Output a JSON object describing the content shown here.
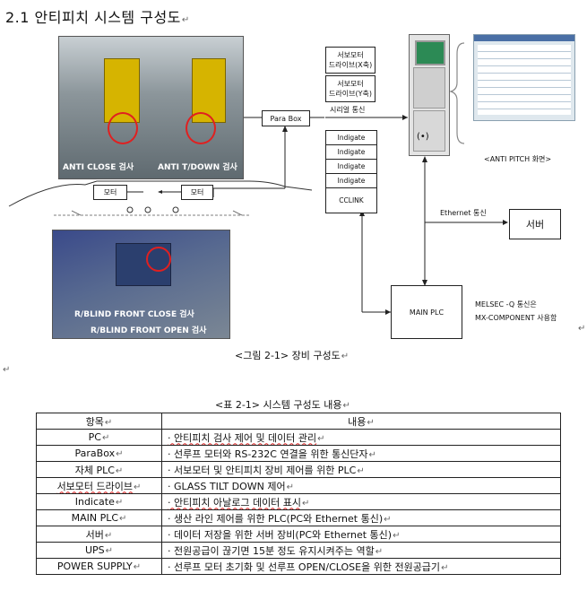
{
  "section_title": "2.1 안티피치 시스템 구성도",
  "paragraph_mark": "↵",
  "diagram": {
    "photo_top_captions": [
      "ANTI CLOSE 검사",
      "ANTI T/DOWN 검사"
    ],
    "motor_labels": [
      "모터",
      "모터"
    ],
    "photo_bottom_captions": [
      "R/BLIND FRONT CLOSE 검사",
      "R/BLIND FRONT OPEN 검사"
    ],
    "parabox_label": "Para Box",
    "servo_drivers": [
      "서보모터\n드라이브(X축)",
      "서보모터\n드라이브(Y축)"
    ],
    "serial_label": "시리얼 통신",
    "indigate_labels": [
      "Indigate",
      "Indigate",
      "Indigate",
      "Indigate"
    ],
    "cclink_label": "CCLINK",
    "screen_caption": "<ANTI PITCH 화면>",
    "ethernet_label": "Ethernet 통신",
    "server_label": "서버",
    "main_plc_label": "MAIN PLC",
    "melsec_note": [
      "MELSEC -Q 통신은",
      "MX-COMPONENT 사용함"
    ],
    "figure_caption": "<그림 2-1> 장비 구성도"
  },
  "table_caption": "<표 2-1> 시스템 구성도 내용",
  "table": {
    "headers": [
      "항목",
      "내용"
    ],
    "rows": [
      [
        "PC",
        "· 안티피치 검사 제어 및 데이터 관리"
      ],
      [
        "ParaBox",
        "· 선루프 모터와 RS-232C 연결을 위한 통신단자"
      ],
      [
        "자체 PLC",
        "· 서보모터 및 안티피치 장비 제어를 위한 PLC"
      ],
      [
        "서보모터 드라이브",
        "· GLASS TILT DOWN 제어"
      ],
      [
        "Indicate",
        "· 안티피치 아날로그 데이터 표시"
      ],
      [
        "MAIN PLC",
        "· 생산 라인 제어를 위한 PLC(PC와 Ethernet 통신)"
      ],
      [
        "서버",
        "· 데이터 저장을 위한 서버 장비(PC와 Ethernet 통신)"
      ],
      [
        "UPS",
        "· 전원공급이 끊기면 15분 정도 유지시켜주는 역할"
      ],
      [
        "POWER SUPPLY",
        "· 선루프 모터 초기화 및 선루프 OPEN/CLOSE을 위한 전원공급기"
      ]
    ]
  }
}
